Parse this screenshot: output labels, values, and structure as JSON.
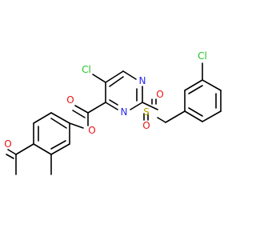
{
  "diagram": {
    "atom_labels": {
      "cl_ring": "Cl",
      "cl_benzyl": "Cl",
      "n_ring_top": "N",
      "n_ring_bottom": "N",
      "s_sulfonyl": "S",
      "o_sulfonyl_upper": "O",
      "o_sulfonyl_lower": "O",
      "o_carbonyl_ester": "O",
      "o_ester": "O",
      "o_ketone": "O"
    },
    "colors": {
      "chlorine": "#1fc41f",
      "nitrogen": "#2a2af0",
      "oxygen": "#ee1111",
      "sulfur": "#b5a400",
      "bond": "#000000"
    }
  }
}
